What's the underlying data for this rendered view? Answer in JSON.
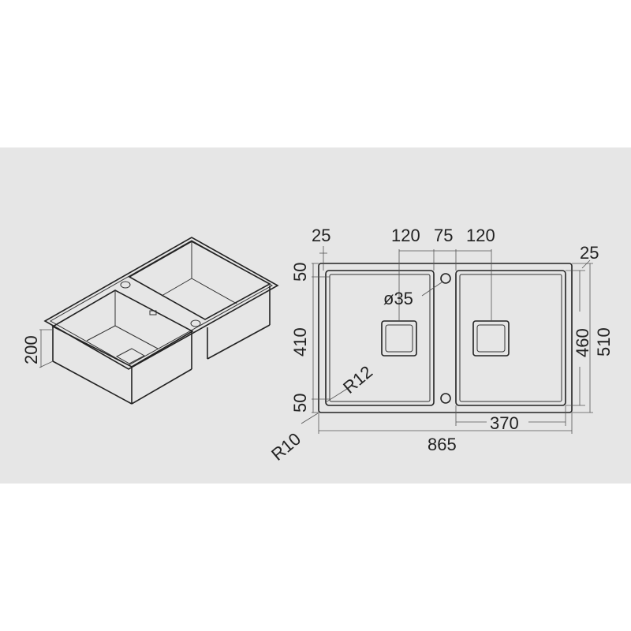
{
  "drawing": {
    "isometric": {
      "depth_label": "200"
    },
    "plan": {
      "left_margin": "25",
      "drain_offset_left": "120",
      "divider_width": "75",
      "drain_offset_right": "120",
      "right_margin": "25",
      "top_margin": "50",
      "bowl_depth": "410",
      "bottom_margin": "50",
      "hole_diameter": "ø35",
      "inner_radius": "R12",
      "outer_radius": "R10",
      "right_bowl_width": "370",
      "total_width": "865",
      "bowl_length": "460",
      "total_length": "510"
    }
  }
}
